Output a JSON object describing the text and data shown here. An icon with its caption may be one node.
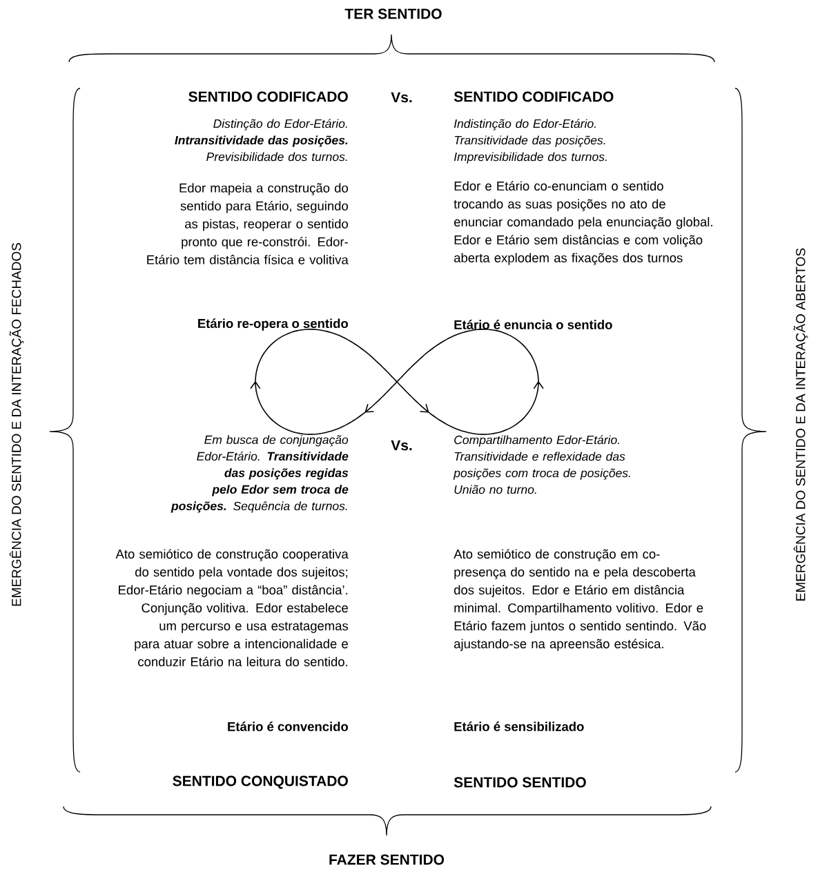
{
  "diagram": {
    "labels": [
      "TER SENTIDO",
      "EMERGÊNCIA DO SENTIDO E DA INTERAÇÃO FECHADOS",
      "EMERGÊNCIA DO SENTIDO E DA INTERAÇÃO ABERTOS",
      "SENTIDO CODIFICADO",
      "Vs.",
      "SENTIDO CODIFICADO",
      "Distinção do Edor-Etário. **Intransitividade das posições.** Previsibilidade dos turnos.",
      "Indistinção do Edor-Etário. Transitividade das posições. Imprevisibilidade dos turnos.",
      "Edor mapeia a construção do sentido para Etário, seguindo as pistas, reoperar o sentido pronto que re-constrói. Edor-Etário tem distância física e volitiva",
      "Edor e Etário co-enunciam o sentido trocando as suas posições no ato de enunciar comandado pela enunciação global. Edor e Etário sem distâncias e com volição aberta explodem as fixações dos turnos",
      "Etário re-opera o sentido",
      "Etário é  enuncia o sentido",
      "Em busca de conjungação Edor-Etário. **Transitividade das posições regidas pelo Edor sem troca de posições.** Sequência de turnos.",
      "Vs.",
      "Compartilhamento Edor-Etário. Transitividade e reflexidade das posições com troca de posições. União no turno.",
      "Ato semiótico de construção cooperativa do sentido pela vontade dos sujeitos; Edor-Etário negociam a “boa” distância’. Conjunção volitiva. Edor estabelece um percurso e usa estratagemas para atuar sobre a intencionalidade e conduzir Etário na leitura do sentido.",
      "Ato semiótico de construção em co-presença do sentido na e pela descoberta dos sujeitos. Edor e Etário em distância minimal. Compartilhamento volitivo. Edor e Etário fazem juntos  o sentido sentindo. Vão ajustando-se na apreensão estésica.",
      "Etário é convencido",
      "Etário é sensibilizado",
      "SENTIDO CONQUISTADO",
      "SENTIDO SENTIDO",
      "FAZER SENTIDO"
    ]
  }
}
